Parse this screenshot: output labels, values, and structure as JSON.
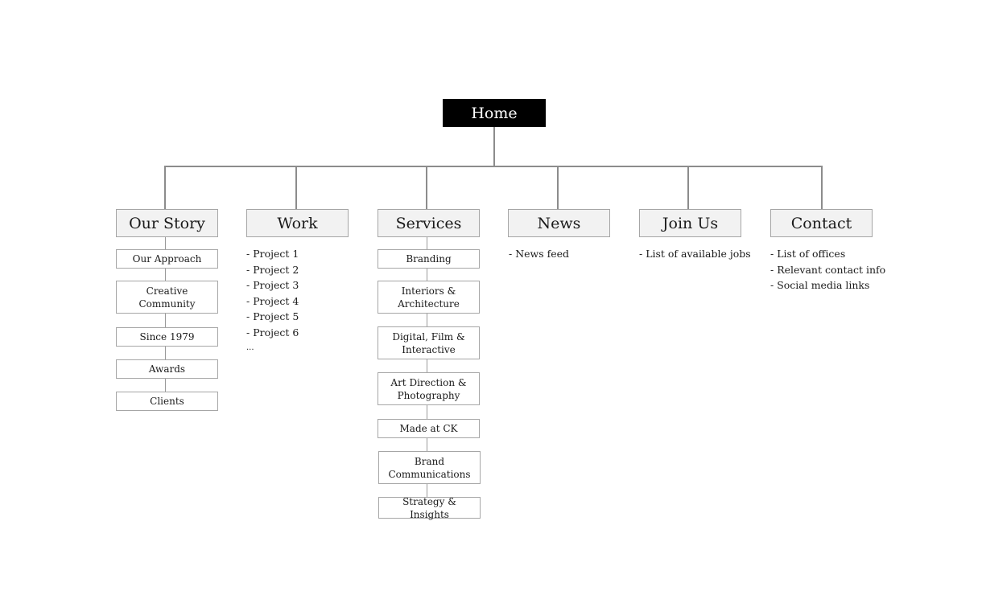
{
  "sitemap": {
    "root": "Home",
    "sections": [
      {
        "label": "Our Story",
        "children": [
          "Our Approach",
          "Creative\nCommunity",
          "Since 1979",
          "Awards",
          "Clients"
        ]
      },
      {
        "label": "Work",
        "items": [
          "- Project 1",
          "- Project 2",
          "- Project 3",
          "- Project 4",
          "- Project 5",
          "- Project 6",
          "..."
        ]
      },
      {
        "label": "Services",
        "children": [
          "Branding",
          "Interiors &\nArchitecture",
          "Digital, Film &\nInteractive",
          "Art Direction &\nPhotography",
          "Made at CK",
          "Brand\nCommunications",
          "Strategy & Insights"
        ]
      },
      {
        "label": "News",
        "items": [
          "- News feed"
        ]
      },
      {
        "label": "Join Us",
        "items": [
          "- List of available jobs"
        ]
      },
      {
        "label": "Contact",
        "items": [
          "- List of offices",
          "- Relevant contact info",
          "- Social media links"
        ]
      }
    ]
  }
}
